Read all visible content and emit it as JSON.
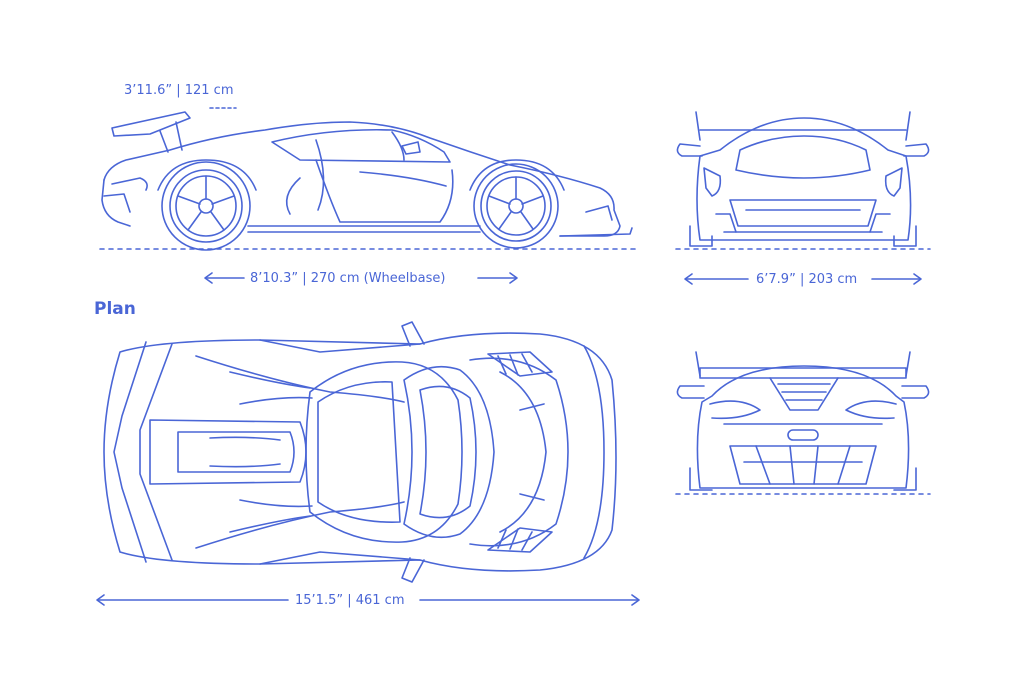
{
  "colors": {
    "line": "#4a66d6",
    "background": "#ffffff"
  },
  "labels": {
    "height": "3’11.6” | 121 cm",
    "wheelbase": "8’10.3” | 270 cm (Wheelbase)",
    "width": "6’7.9” | 203 cm",
    "length": "15’1.5” | 461 cm",
    "plan": "Plan"
  }
}
